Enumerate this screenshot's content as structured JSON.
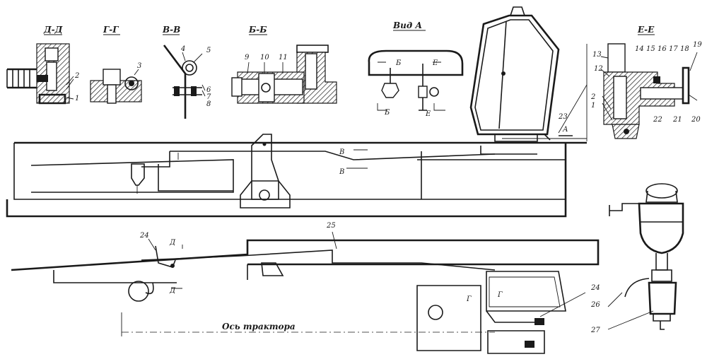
{
  "sections": {
    "dd": "Д-Д",
    "gg": "Г-Г",
    "vv": "В-В",
    "bb": "Б-Б",
    "vid_a": "Вид А",
    "ee": "Е-Е"
  },
  "cut_marks": {
    "b": "Б",
    "e": "Е",
    "v": "В",
    "d": "Д",
    "g": "Г",
    "a": "А"
  },
  "callouts": [
    "1",
    "2",
    "3",
    "4",
    "5",
    "6",
    "7",
    "8",
    "9",
    "10",
    "11",
    "12",
    "13",
    "14",
    "15",
    "16",
    "17",
    "18",
    "19",
    "20",
    "21",
    "22",
    "23",
    "24",
    "25",
    "26",
    "27"
  ],
  "axis_label": "Ось трактора"
}
